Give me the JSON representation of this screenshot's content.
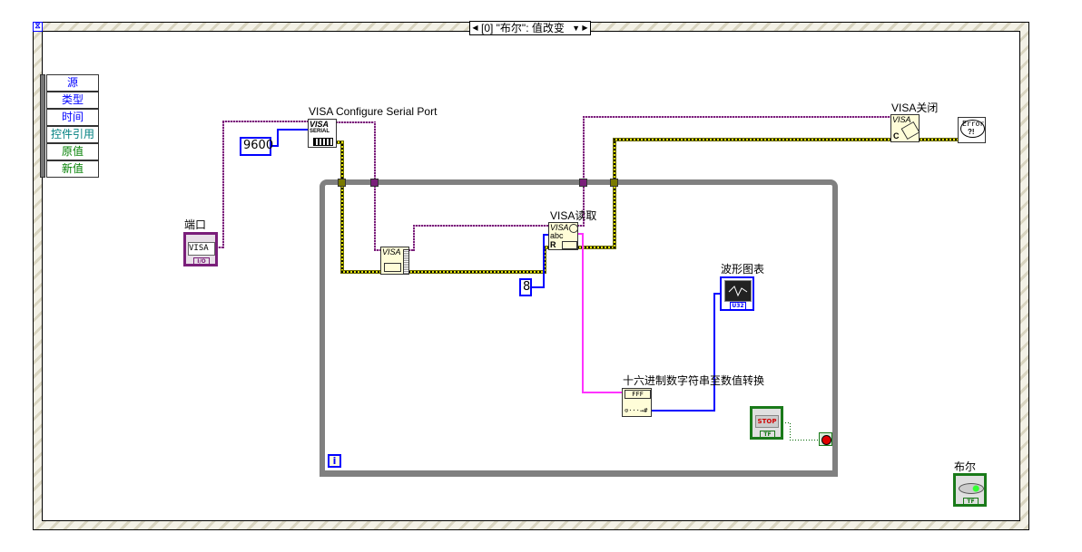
{
  "event_structure": {
    "case_selector": "[0] \"布尔\": 值改变",
    "prev_arrow": "◀",
    "next_arrow": "▶",
    "dropdown_arrow": "▼",
    "hourglass_icon": "⧖",
    "event_data_items": [
      {
        "label": "源",
        "color": "#0000ff"
      },
      {
        "label": "类型",
        "color": "#0000ff"
      },
      {
        "label": "时间",
        "color": "#0000ff"
      },
      {
        "label": "控件引用",
        "color": "#008080"
      },
      {
        "label": "原值",
        "color": "#008000"
      },
      {
        "label": "新值",
        "color": "#008000"
      }
    ]
  },
  "nodes": {
    "configure_serial": {
      "label": "VISA Configure Serial Port",
      "icon_text": "VISA",
      "sub_text": "SERIAL"
    },
    "visa_read": {
      "label": "VISA读取",
      "icon_text": "VISA",
      "sub_text": "abc",
      "r_text": "R"
    },
    "visa_close": {
      "label": "VISA关闭",
      "icon_text": "VISA",
      "c_text": "C"
    },
    "error_handler": {
      "icon_text": "Error",
      "sub_text": "?!"
    },
    "bytes_at_port": {
      "icon_text": "VISA"
    },
    "hex_convert": {
      "label": "十六进制数字符串至数值转换",
      "icon_text": "FFF",
      "sub_text": "⊙···→#"
    }
  },
  "constants": {
    "baud_rate": "9600",
    "byte_count": "8"
  },
  "controls": {
    "port": {
      "label": "端口",
      "value": "VISA",
      "type_text": "I/O"
    },
    "stop_button": {
      "label_text": "STOP",
      "type_text": "TF"
    },
    "boolean": {
      "label": "布尔",
      "type_text": "TF"
    }
  },
  "indicators": {
    "waveform_chart": {
      "label": "波形图表",
      "type_text": "U32"
    }
  },
  "loop": {
    "iteration_label": "i"
  },
  "colors": {
    "visa_wire": "#7a1f7a",
    "error_wire": "#e0e000",
    "numeric_wire": "#0000ff",
    "string_wire": "#ff33ff",
    "boolean_wire": "#006600",
    "loop_frame": "#808080"
  }
}
